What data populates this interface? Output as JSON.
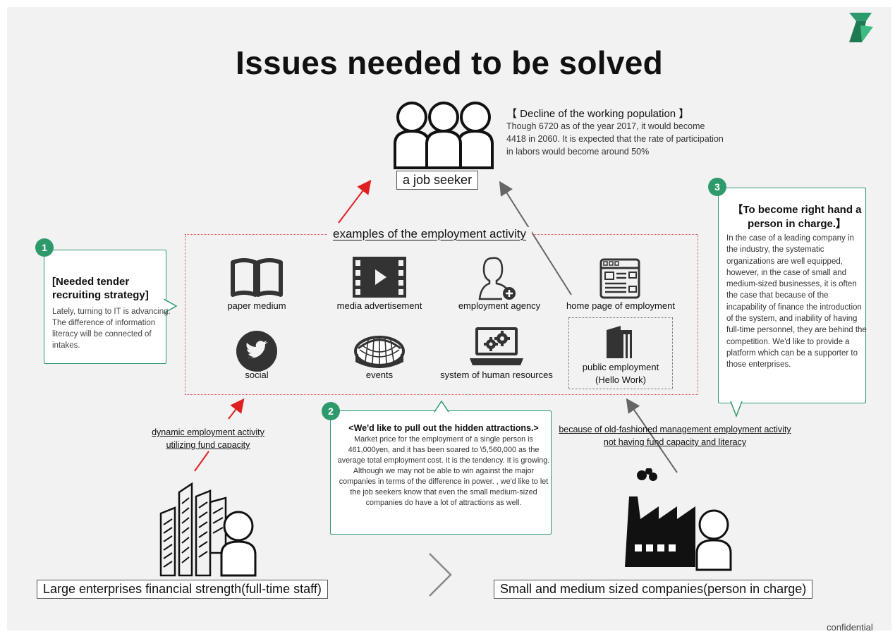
{
  "title": "Issues needed to be solved",
  "job_seeker": {
    "label": "a job seeker",
    "heading": "【 Decline of the working population 】",
    "body": "Though 6720 as of the year 2017, it would become 4418 in 2060. It is expected that the rate of participation in labors would become around 50%"
  },
  "employment_activity": {
    "title": "examples of the employment activity",
    "items": [
      {
        "label": "paper medium",
        "icon": "book-icon"
      },
      {
        "label": "media advertisement",
        "icon": "film-play-icon"
      },
      {
        "label": "employment agency",
        "icon": "person-plus-icon"
      },
      {
        "label": "home page of employment",
        "icon": "web-page-icon"
      },
      {
        "label": "social",
        "icon": "twitter-bird-icon"
      },
      {
        "label": "events",
        "icon": "dome-icon"
      },
      {
        "label": "system of human resources",
        "icon": "laptop-gears-icon"
      },
      {
        "label": "public employment",
        "label2": "(Hello Work)",
        "icon": "building-icon"
      }
    ]
  },
  "callouts": [
    {
      "number": "1",
      "heading": "[Needed tender recruiting strategy]",
      "body": "Lately, turning to IT is advancing. The difference of information literacy will be connected of intakes."
    },
    {
      "number": "2",
      "heading": "<We'd like to pull out the hidden attractions.>",
      "body1": "Market price for the employment of a single person is 461,000yen, and it has been soared to \\5,560,000 as the average total employment cost. It is the tendency. It is growing.",
      "body2": "Although we may not be able to win against the major companies in terms of the difference in power. , we'd like to let the job seekers know that even the small medium-sized companies do have a lot of attractions as well."
    },
    {
      "number": "3",
      "heading": "【To become right hand a person in charge.】",
      "body": "In the case of a leading company in the industry, the systematic organizations are well equipped, however, in the case of small and medium-sized businesses, it is often the case that because of the incapability of finance the introduction of the system, and inability of having full-time personnel, they are behind the competition. We'd like to provide a platform which can be a supporter to those enterprises."
    }
  ],
  "links": {
    "left": "dynamic employment activity utilizing fund capacity",
    "right": "because of old-fashioned management employment activity not having fund capacity and literacy"
  },
  "bottom": {
    "large": "Large enterprises financial strength(full-time staff)",
    "small": "Small and medium sized companies(person in charge)",
    "compare_symbol": "greater-than-icon"
  },
  "footer": "confidential",
  "colors": {
    "accent_green": "#2e9a6c",
    "arrow_red": "#e02020",
    "arrow_grey": "#666666",
    "dotted_red": "#e05050"
  }
}
